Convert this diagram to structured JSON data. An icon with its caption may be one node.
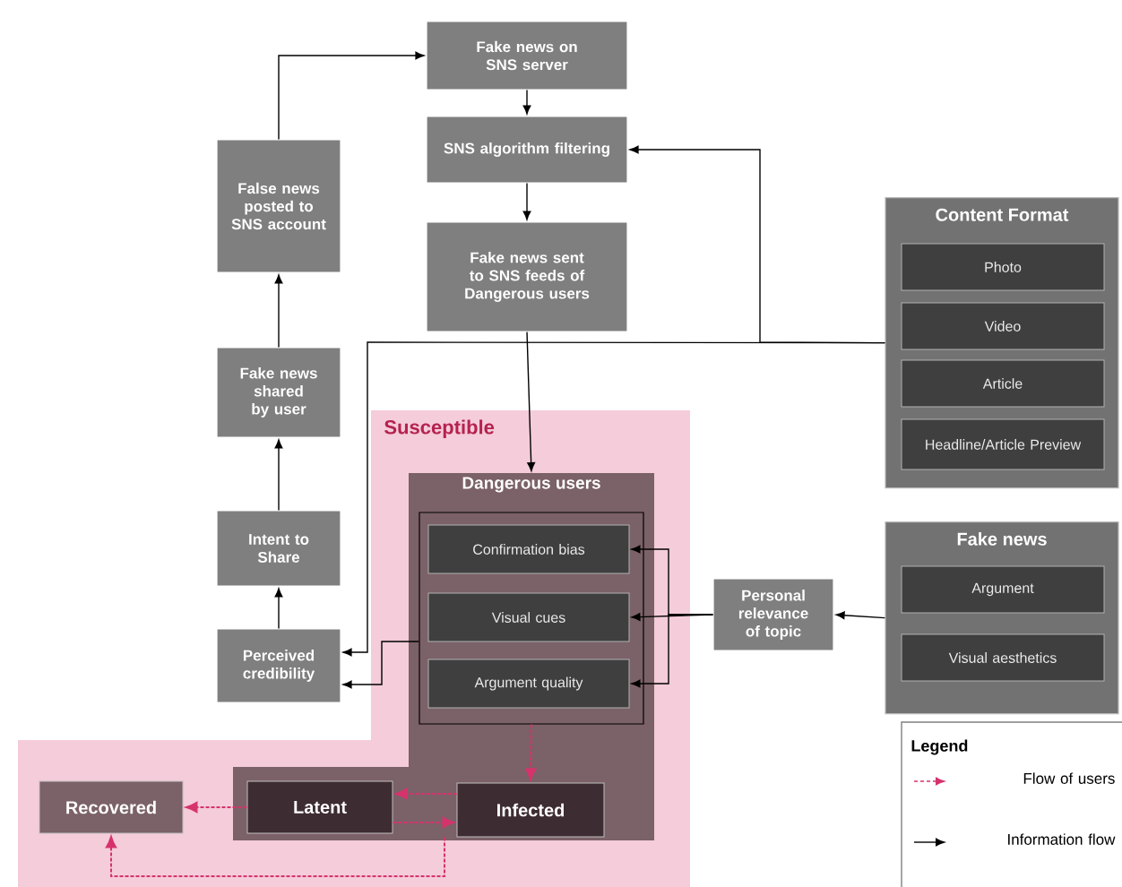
{
  "diagram": {
    "nodes": [
      {
        "text": [
          "Fake news on SNS server"
        ]
      },
      {
        "text": [
          "SNS algorithm filtering"
        ]
      },
      {
        "text": [
          "Fake news sent to SNS feeds of Dangerous users"
        ]
      },
      {
        "text": [
          "False news posted to SNS account"
        ]
      },
      {
        "text": [
          "Fake news shared by user"
        ]
      },
      {
        "text": [
          "Intent to Share"
        ]
      },
      {
        "text": [
          "Perceived credibility"
        ]
      },
      {
        "text": [
          "Susceptible"
        ]
      },
      {
        "text": [
          "Dangerous users"
        ],
        "in": 7
      },
      {
        "text": [],
        "shape": "box",
        "in": 8
      },
      {
        "text": [
          "Confirmation bias"
        ],
        "in": 9
      },
      {
        "text": [
          "Visual cues"
        ],
        "in": 9
      },
      {
        "text": [
          "Argument quality"
        ],
        "in": 9
      },
      {
        "text": [
          "Latent"
        ],
        "in": 8
      },
      {
        "text": [
          "Infected"
        ],
        "in": 8
      },
      {
        "text": [
          "Recovered"
        ],
        "in": 7
      },
      {
        "text": [
          "Content Format"
        ]
      },
      {
        "text": [
          "Photo"
        ],
        "in": 16
      },
      {
        "text": [
          "Video"
        ],
        "in": 16
      },
      {
        "text": [
          "Article"
        ],
        "in": 16
      },
      {
        "text": [
          "Headline/Article Preview"
        ],
        "in": 16
      },
      {
        "text": [
          "Fake news"
        ]
      },
      {
        "text": [
          "Argument"
        ],
        "in": 21
      },
      {
        "text": [
          "Visual aesthetics"
        ],
        "in": 21
      },
      {
        "text": [
          "Personal relevance of topic"
        ]
      }
    ],
    "edges": [
      {
        "from": 3,
        "to": 0,
        "arrow": "to"
      },
      {
        "from": 0,
        "to": 1,
        "arrow": "to"
      },
      {
        "from": 1,
        "to": 2,
        "arrow": "to"
      },
      {
        "from": 2,
        "to": 8,
        "arrow": "to"
      },
      {
        "from": 16,
        "to": 1,
        "arrow": "to"
      },
      {
        "from": 16,
        "to": 6,
        "arrow": "to"
      },
      {
        "from": 9,
        "to": 6,
        "arrow": "to"
      },
      {
        "from": 6,
        "to": 5,
        "arrow": "to"
      },
      {
        "from": 5,
        "to": 4,
        "arrow": "to"
      },
      {
        "from": 4,
        "to": 3,
        "arrow": "to"
      },
      {
        "from": 21,
        "to": 24,
        "arrow": "to"
      },
      {
        "from": 24,
        "to": 10,
        "arrow": "to"
      },
      {
        "from": 24,
        "to": 11,
        "arrow": "to"
      },
      {
        "from": 24,
        "to": 12,
        "arrow": "to"
      },
      {
        "from": 9,
        "to": 14,
        "arrow": "to",
        "style": "dashed",
        "color": "#d6336c"
      },
      {
        "from": 14,
        "to": 13,
        "arrow": "to",
        "style": "dashed",
        "color": "#d6336c"
      },
      {
        "from": 13,
        "to": 14,
        "arrow": "to",
        "style": "dashed",
        "color": "#d6336c"
      },
      {
        "from": 13,
        "to": 15,
        "arrow": "to",
        "style": "dashed",
        "color": "#d6336c"
      },
      {
        "from": 14,
        "to": 15,
        "arrow": "to",
        "style": "dashed",
        "color": "#d6336c"
      }
    ],
    "labels": [
      "Legend"
    ],
    "legend": [
      {
        "text": "Flow of users"
      },
      {
        "text": "Information flow"
      }
    ]
  }
}
